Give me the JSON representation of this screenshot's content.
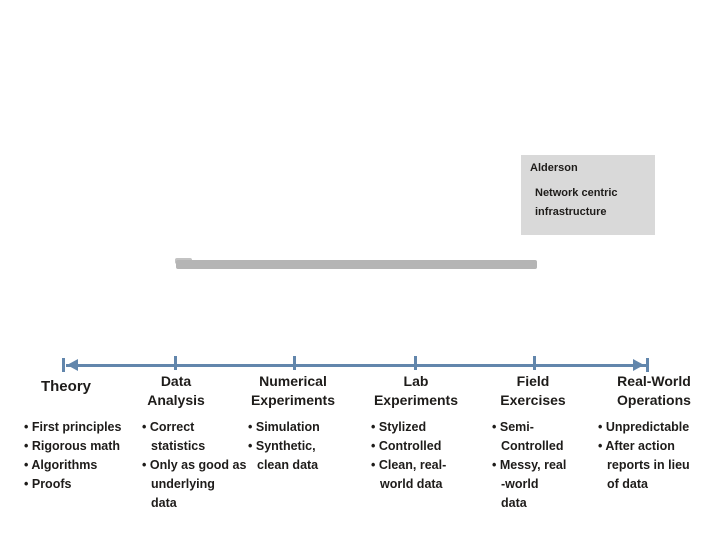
{
  "callout": {
    "author": "Alderson",
    "note": "Network centric\ninfrastructure"
  },
  "columns": [
    {
      "id": "theory",
      "label": "Theory",
      "bullets": [
        "First principles",
        "Rigorous math",
        "Algorithms",
        "Proofs"
      ]
    },
    {
      "id": "data-analysis",
      "label": "Data\nAnalysis",
      "bullets": [
        "Correct\nstatistics",
        "Only as good as\nunderlying\ndata"
      ]
    },
    {
      "id": "numerical-experiments",
      "label": "Numerical\nExperiments",
      "bullets": [
        "Simulation",
        "Synthetic,\nclean data"
      ]
    },
    {
      "id": "lab-experiments",
      "label": "Lab\nExperiments",
      "bullets": [
        "Stylized",
        "Controlled",
        "Clean, real-\nworld data"
      ]
    },
    {
      "id": "field-exercises",
      "label": "Field\nExercises",
      "bullets": [
        "Semi-\nControlled",
        "Messy, real\n-world\ndata"
      ]
    },
    {
      "id": "real-world-operations",
      "label": "Real-World\nOperations",
      "bullets": [
        "Unpredictable",
        "After action\nreports in lieu\nof data"
      ]
    }
  ],
  "colors": {
    "axis": "#6286ac",
    "callout_bg": "#d9d9d9",
    "bar": "#b5b5b5",
    "text": "#1e1c1a"
  }
}
